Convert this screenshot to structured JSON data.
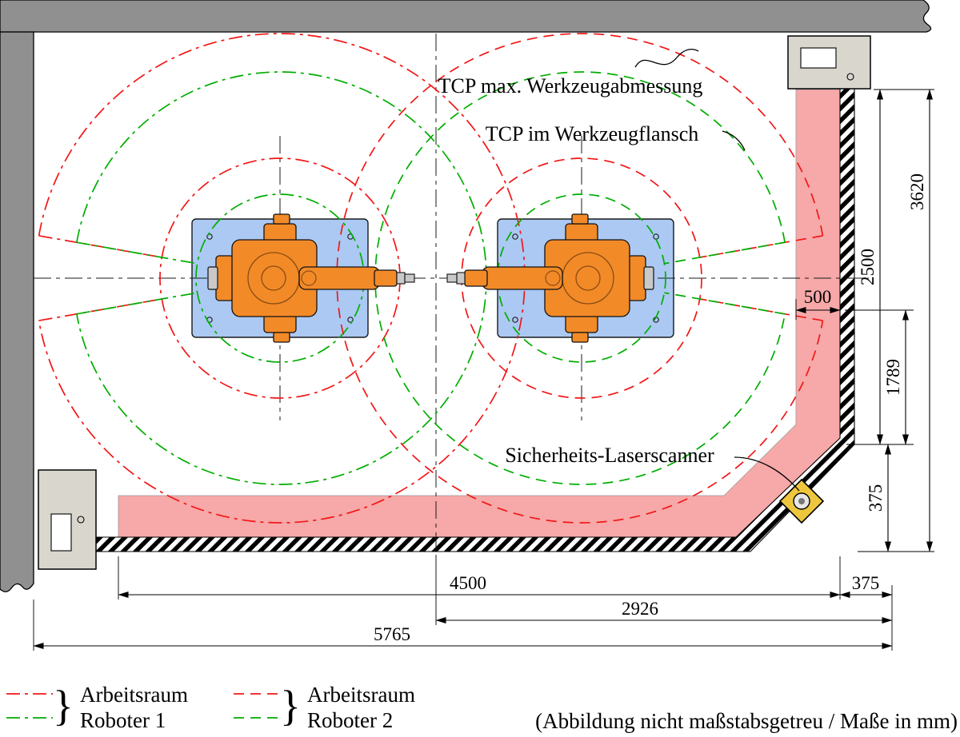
{
  "texts": {
    "tcp_max": "TCP max. Werkzeugabmessung",
    "tcp_flansch": "TCP im Werkzeugflansch",
    "scanner": "Sicherheits-Laserscanner"
  },
  "dims": {
    "w4500": "4500",
    "w375_bottom": "375",
    "w2926": "2926",
    "w5765": "5765",
    "w500": "500",
    "h2500": "2500",
    "h1789": "1789",
    "h375_right": "375",
    "h3620": "3620"
  },
  "legend": {
    "brace": "}",
    "robot1_line1": "Arbeitsraum",
    "robot1_line2": "Roboter 1",
    "robot2_line1": "Arbeitsraum",
    "robot2_line2": "Roboter 2",
    "note": "(Abbildung nicht maßstabsgetreu / Maße in mm)"
  },
  "colors": {
    "workspace_red": "#f21717",
    "workspace_green": "#00ad00",
    "safety_zone_pink": "#f7a8a8",
    "robot_orange": "#f28a28",
    "plate_blue": "#abc9f3",
    "wall_gray": "#909090",
    "cabinet_gray": "#d9d6ce",
    "scanner_yellow": "#eec63e"
  }
}
